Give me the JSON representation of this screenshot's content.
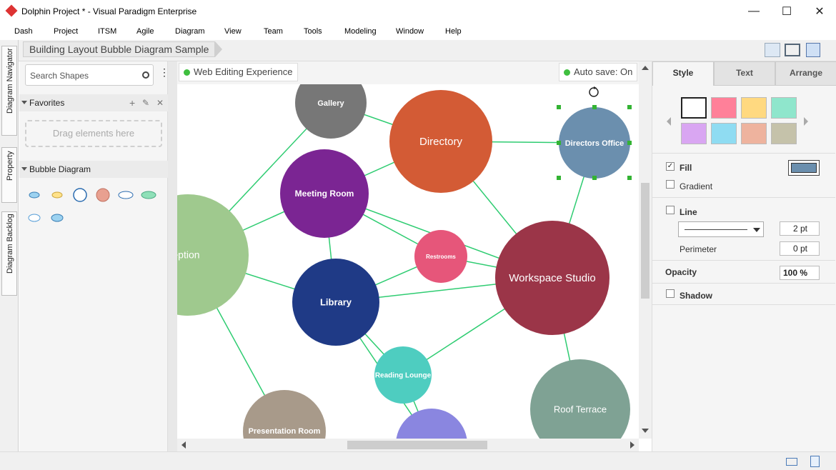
{
  "window": {
    "title": "Dolphin Project * - Visual Paradigm Enterprise",
    "minimize": "—",
    "maximize": "☐",
    "close": "✕"
  },
  "menu": [
    "Dash",
    "Project",
    "ITSM",
    "Agile",
    "Diagram",
    "View",
    "Team",
    "Tools",
    "Modeling",
    "Window",
    "Help"
  ],
  "breadcrumb": "Building Layout Bubble Diagram Sample",
  "side_tabs": [
    "Diagram Navigator",
    "Property",
    "Diagram Backlog"
  ],
  "left_panel": {
    "search_placeholder": "Search Shapes",
    "favorites_label": "Favorites",
    "drag_hint": "Drag elements here",
    "bubble_label": "Bubble Diagram",
    "shape_colors": [
      "#e8a090",
      "#8fe0b8"
    ]
  },
  "canvas": {
    "web_editing": "Web Editing Experience",
    "autosave": "Auto save: On",
    "edge_color": "#2ecc71",
    "nodes": [
      {
        "id": "gallery",
        "label": "Gallery",
        "color": "#777777"
      },
      {
        "id": "directory",
        "label": "Directory",
        "color": "#d35b35"
      },
      {
        "id": "directors",
        "label": "Directors Office",
        "color": "#6b8fae"
      },
      {
        "id": "meeting",
        "label": "Meeting Room",
        "color": "#7b2593"
      },
      {
        "id": "reception",
        "label": "Reception",
        "color": "#9fc98e"
      },
      {
        "id": "restrooms",
        "label": "Restrooms",
        "color": "#e6567a"
      },
      {
        "id": "workspace",
        "label": "Workspace Studio",
        "color": "#9b3548"
      },
      {
        "id": "library",
        "label": "Library",
        "color": "#1f3a86"
      },
      {
        "id": "reading",
        "label": "Reading Lounge",
        "color": "#4ecdc0"
      },
      {
        "id": "roof",
        "label": "Roof Terrace",
        "color": "#7fa294"
      },
      {
        "id": "presentation",
        "label": "Presentation Room",
        "color": "#a89a8a"
      },
      {
        "id": "unnamed",
        "label": "",
        "color": "#8a86e0"
      }
    ]
  },
  "right_panel": {
    "tabs": [
      "Style",
      "Text",
      "Arrange"
    ],
    "swatches": [
      "#ffffff",
      "#ff8099",
      "#ffd980",
      "#8fe6cc",
      "#d9a6f2",
      "#8fdcf2",
      "#eeb39e",
      "#c5c2aa"
    ],
    "fill_label": "Fill",
    "gradient_label": "Gradient",
    "line_label": "Line",
    "line_width": "2 pt",
    "perimeter_label": "Perimeter",
    "perimeter_value": "0 pt",
    "opacity_label": "Opacity",
    "opacity_value": "100 %",
    "shadow_label": "Shadow",
    "fill_color": "#6b8fae"
  }
}
